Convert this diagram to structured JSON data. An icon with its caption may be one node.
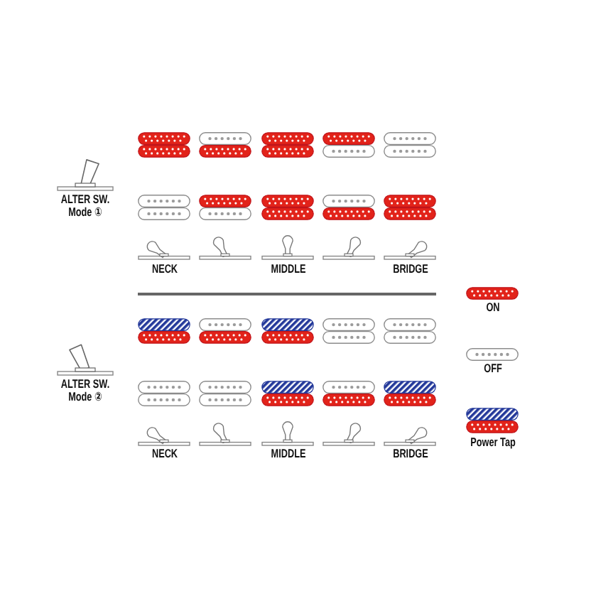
{
  "diagram": {
    "labels": [
      "ALTER SW. Mode ①",
      "NECK",
      "MIDDLE",
      "BRIDGE",
      "ALTER SW. Mode ②",
      "NECK",
      "MIDDLE",
      "BRIDGE"
    ],
    "legend": [
      {
        "text": "ON"
      },
      {
        "text": "OFF"
      },
      {
        "text": "Power Tap"
      }
    ]
  }
}
